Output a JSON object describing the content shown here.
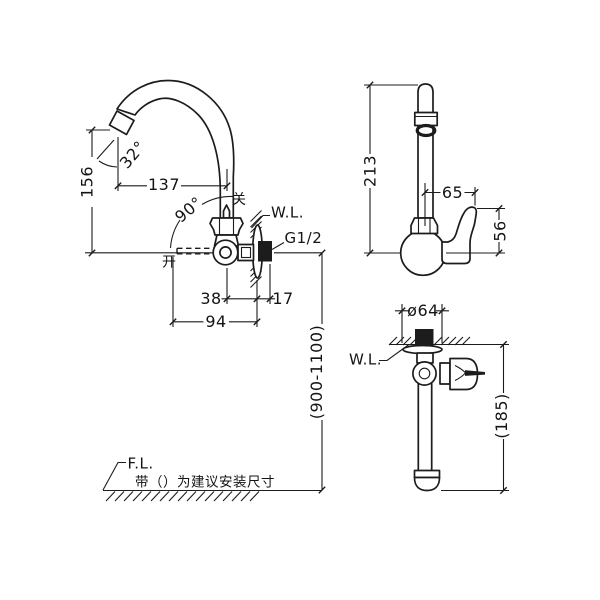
{
  "side_view": {
    "dim_height": "156",
    "dim_reach": "137",
    "angle_spout": "32°",
    "angle_handle": "90°",
    "dim_axis_to_wall": "38",
    "dim_thread_len": "17",
    "dim_depth": "94",
    "dim_install_height": "(900-1100)",
    "label_closed": "关",
    "label_open": "开",
    "label_wall_line": "W.L.",
    "label_thread_size": "G1/2"
  },
  "front_view": {
    "dim_height": "213",
    "dim_offset": "65",
    "dim_handle_height": "56"
  },
  "top_view": {
    "dim_flange_dia": "ø64",
    "dim_spout_depth": "(185)",
    "label_wall_line": "W.L."
  },
  "footer": {
    "label_floor_line": "F.L.",
    "note": "带（）为建议安装尺寸"
  },
  "colors": {
    "line": "#1c1c1c",
    "background": "#ffffff"
  }
}
